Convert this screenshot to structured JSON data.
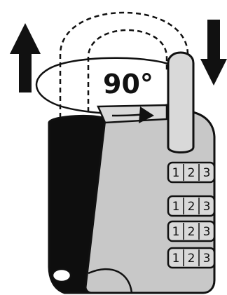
{
  "rotation_label": "90°",
  "dial_rows": [
    [
      "1",
      "2",
      "3"
    ],
    [
      "1",
      "2",
      "3"
    ],
    [
      "1",
      "2",
      "3"
    ],
    [
      "1",
      "2",
      "3"
    ]
  ],
  "arrows": {
    "left": "up",
    "right": "down"
  },
  "colors": {
    "outline": "#111111",
    "lock_body": "#c8c8c8",
    "lock_side": "#0e0e0e",
    "shackle": "#d9d9d9",
    "background": "#ffffff"
  }
}
